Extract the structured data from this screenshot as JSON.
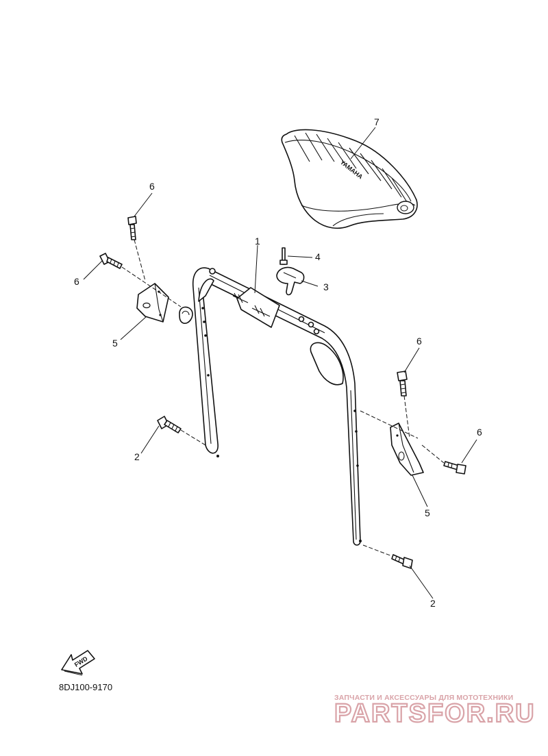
{
  "diagram": {
    "drawing_code": "8DJ100-9170",
    "fwd_label": "FWD",
    "seat_brand_text": "YAMAHA",
    "callouts": [
      {
        "id": "c7",
        "label": "7"
      },
      {
        "id": "c6a",
        "label": "6"
      },
      {
        "id": "c1",
        "label": "1"
      },
      {
        "id": "c4",
        "label": "4"
      },
      {
        "id": "c6b",
        "label": "6"
      },
      {
        "id": "c3",
        "label": "3"
      },
      {
        "id": "c5a",
        "label": "5"
      },
      {
        "id": "c6c",
        "label": "6"
      },
      {
        "id": "c2a",
        "label": "2"
      },
      {
        "id": "c6d",
        "label": "6"
      },
      {
        "id": "c5b",
        "label": "5"
      },
      {
        "id": "c2b",
        "label": "2"
      }
    ]
  },
  "watermark": {
    "caption": "ЗАПЧАСТИ И АКСЕССУАРЫ ДЛЯ МОТОТЕХНИКИ",
    "brand": "PARTSFOR.RU",
    "color": "#d9a3a8"
  }
}
